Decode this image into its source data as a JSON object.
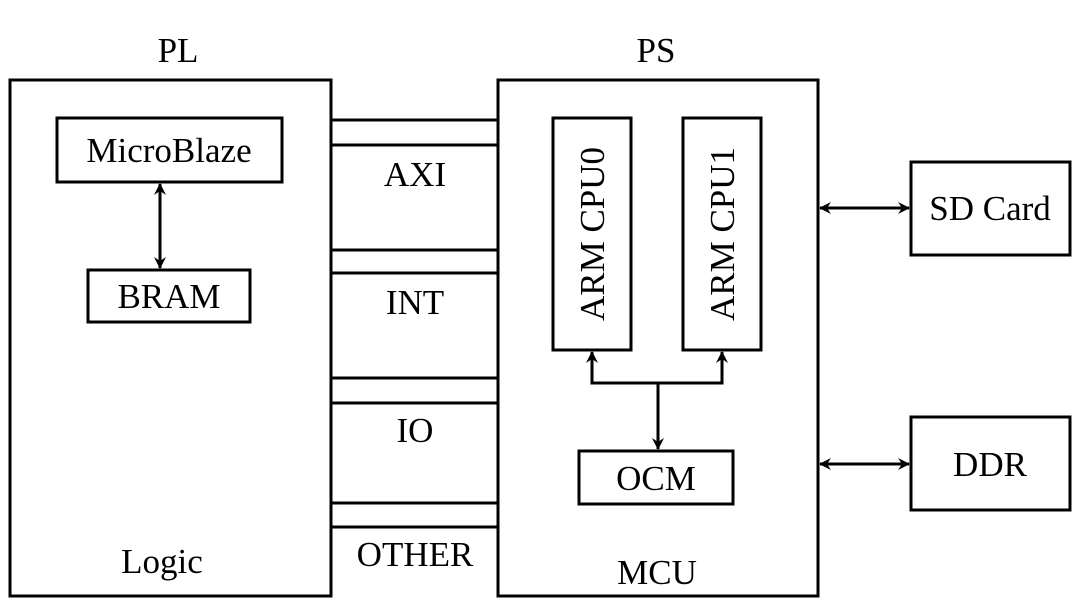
{
  "pl": {
    "title": "PL",
    "footer": "Logic",
    "microblaze": "MicroBlaze",
    "bram": "BRAM"
  },
  "ps": {
    "title": "PS",
    "footer": "MCU",
    "cpu0": "ARM CPU0",
    "cpu1": "ARM CPU1",
    "ocm": "OCM"
  },
  "buses": [
    "AXI",
    "INT",
    "IO",
    "OTHER"
  ],
  "external": {
    "sd_card": "SD Card",
    "ddr": "DDR"
  }
}
